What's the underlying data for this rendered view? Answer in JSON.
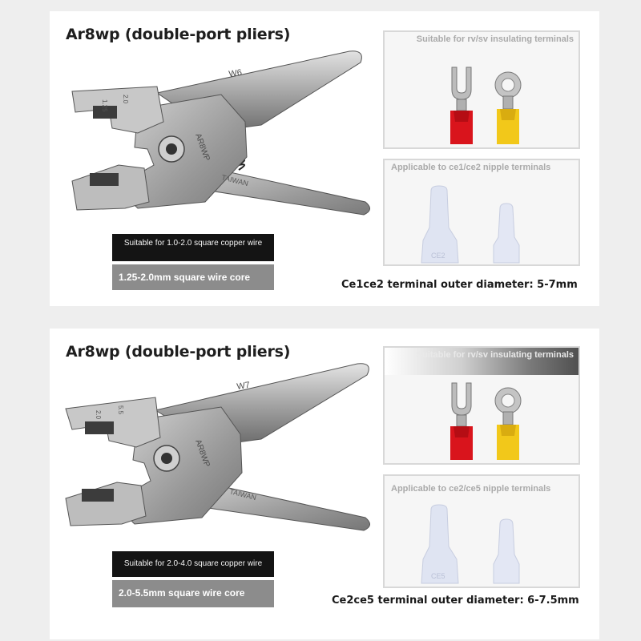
{
  "cards": [
    {
      "title": "Ar8wp (double-port pliers)",
      "pliers_marks": {
        "model": "W6",
        "brand": "AR8WP",
        "origin": "TAIWAN",
        "jaw_numbers": [
          "1.25",
          "2.0"
        ]
      },
      "spec_black": "Suitable for 1.0-2.0 square copper wire",
      "spec_gray": "1.25-2.0mm square wire core",
      "panel_top_label": "Suitable for rv/sv insulating terminals",
      "panel_bottom_label": "Applicable to ce1/ce2 nipple terminals",
      "nipple_marks": [
        "CE2",
        ""
      ],
      "diameter_text": "Ce1ce2 terminal outer diameter: 5-7mm"
    },
    {
      "title": "Ar8wp (double-port pliers)",
      "pliers_marks": {
        "model": "W7",
        "brand": "AR8WP",
        "origin": "TAIWAN",
        "jaw_numbers": [
          "2.0",
          "5.5"
        ]
      },
      "spec_black": "Suitable for 2.0-4.0 square copper wire",
      "spec_gray": "2.0-5.5mm square wire core",
      "panel_top_label": "Suitable for rv/sv insulating terminals",
      "panel_bottom_label": "Applicable to ce2/ce5 nipple terminals",
      "nipple_marks": [
        "CE5",
        ""
      ],
      "diameter_text": "Ce2ce5 terminal outer diameter: 6-7.5mm"
    }
  ],
  "colors": {
    "red_terminal": "#d9141c",
    "yellow_terminal": "#f2c81a",
    "metal": "#b8b8b8",
    "nipple": "#dfe4f2"
  },
  "icons": [
    "pliers-image",
    "fork-terminal-icon",
    "ring-terminal-icon",
    "nipple-terminal-icon"
  ]
}
